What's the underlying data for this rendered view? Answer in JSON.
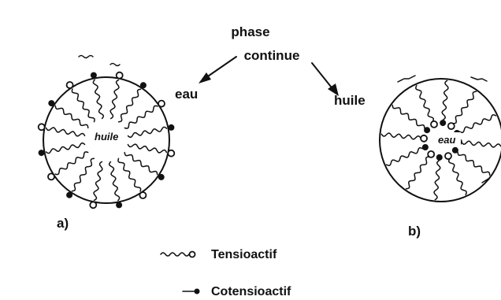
{
  "top_label_line1": "phase",
  "top_label_line2": "continue",
  "left_arrow_label": "eau",
  "right_arrow_label": "huile",
  "left_inner_label": "huile",
  "right_inner_label": "eau",
  "caption_a": "a)",
  "caption_b": "b)",
  "legend": {
    "surfactant_label": "Tensioactif",
    "cosurfactant_label": "Cotensioactif"
  }
}
